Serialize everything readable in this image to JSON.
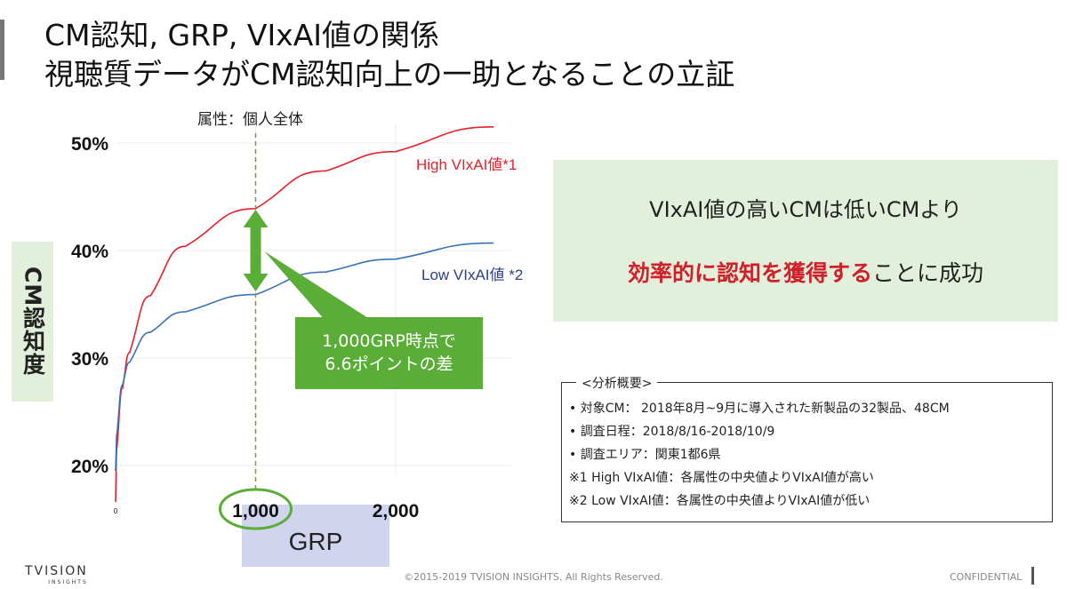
{
  "title": {
    "line1": "CM認知, GRP, VIxAI値の関係",
    "line2": "視聴質データがCM認知向上の一助となることの立証"
  },
  "chart_data": {
    "type": "line",
    "title": "属性：個人全体",
    "xlabel": "GRP",
    "ylabel": "CM認知度",
    "xlim": [
      0,
      2700
    ],
    "ylim": [
      15,
      52
    ],
    "xticks": [
      {
        "value": 0,
        "label": "0"
      },
      {
        "value": 1000,
        "label": "1,000"
      },
      {
        "value": 2000,
        "label": "2,000"
      }
    ],
    "yticks": [
      {
        "value": 20,
        "label": "20%"
      },
      {
        "value": 30,
        "label": "30%"
      },
      {
        "value": 40,
        "label": "40%"
      },
      {
        "value": 50,
        "label": "50%"
      }
    ],
    "series": [
      {
        "name": "High VIxAI値*1",
        "color": "#e8202a",
        "x": [
          0,
          10,
          50,
          100,
          250,
          500,
          1000,
          1500,
          2000,
          2700
        ],
        "y": [
          16.6,
          21.7,
          27.2,
          30.5,
          35.8,
          40.4,
          43.9,
          47.4,
          49.2,
          51.5
        ]
      },
      {
        "name": "Low VIxAI値 *2",
        "color": "#3a72b8",
        "x": [
          0,
          10,
          50,
          100,
          250,
          500,
          1000,
          1500,
          2000,
          2700
        ],
        "y": [
          19.5,
          23.0,
          27.5,
          29.6,
          32.4,
          34.3,
          35.9,
          38.0,
          39.2,
          40.7
        ]
      }
    ],
    "annotation": {
      "x": 1000,
      "text_line1": "1,000GRP時点で",
      "text_line2": "6.6ポイントの差",
      "color": "#5aad36"
    }
  },
  "message": {
    "line1": "VIxAI値の高いCMは低いCMより",
    "line2_emph": "効率的に認知を獲得する",
    "line2_rest": "ことに成功"
  },
  "summary": {
    "title": "<分析概要>",
    "items": [
      "•  対象CM： 2018年8月~9月に導入された新製品の32製品、48CM",
      "•  調査日程：2018/8/16-2018/10/9",
      "•  調査エリア：関東1都6県",
      "※1 High VIxAI値：各属性の中央値よりVIxAI値が高い",
      "※2 Low VIxAI値：各属性の中央値よりVIxAI値が低い"
    ]
  },
  "footer": {
    "logo": "TVISION",
    "logo_sub": "INSIGHTS",
    "copyright": "©2015-2019 TVISION INSIGHTS. All Rights Reserved.",
    "confidential": "CONFIDENTIAL"
  }
}
